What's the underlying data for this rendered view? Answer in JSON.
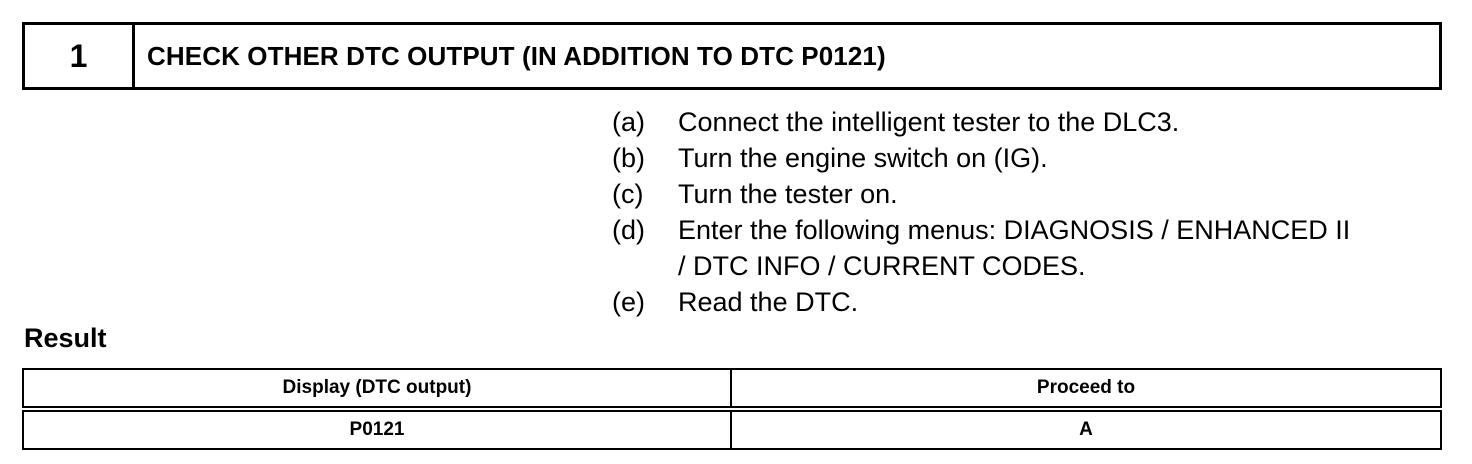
{
  "step": {
    "number": "1",
    "title": "CHECK OTHER DTC OUTPUT (IN ADDITION TO DTC P0121)"
  },
  "instructions": [
    {
      "marker": "(a)",
      "text": "Connect the intelligent tester to the DLC3."
    },
    {
      "marker": "(b)",
      "text": "Turn the engine switch on (IG)."
    },
    {
      "marker": "(c)",
      "text": "Turn the tester on."
    },
    {
      "marker": "(d)",
      "line1": "Enter the following menus: DIAGNOSIS / ENHANCED II",
      "line2": "/ DTC INFO / CURRENT CODES."
    },
    {
      "marker": "(e)",
      "text": "Read the DTC."
    }
  ],
  "result": {
    "heading": "Result",
    "table": {
      "headers": [
        "Display (DTC output)",
        "Proceed to"
      ],
      "rows": [
        [
          "P0121",
          "A"
        ]
      ]
    }
  }
}
